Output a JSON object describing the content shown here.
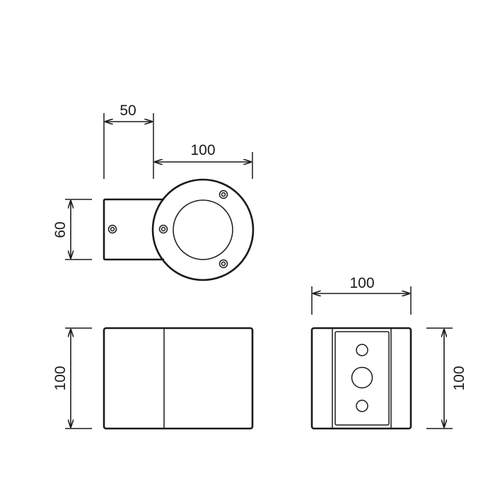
{
  "dimensions": {
    "bracket_depth": "50",
    "top_diameter": "100",
    "bracket_height": "60",
    "front_height": "100",
    "back_width": "100",
    "back_height": "100"
  },
  "colors": {
    "line": "#1a1a1a",
    "background": "#ffffff"
  }
}
